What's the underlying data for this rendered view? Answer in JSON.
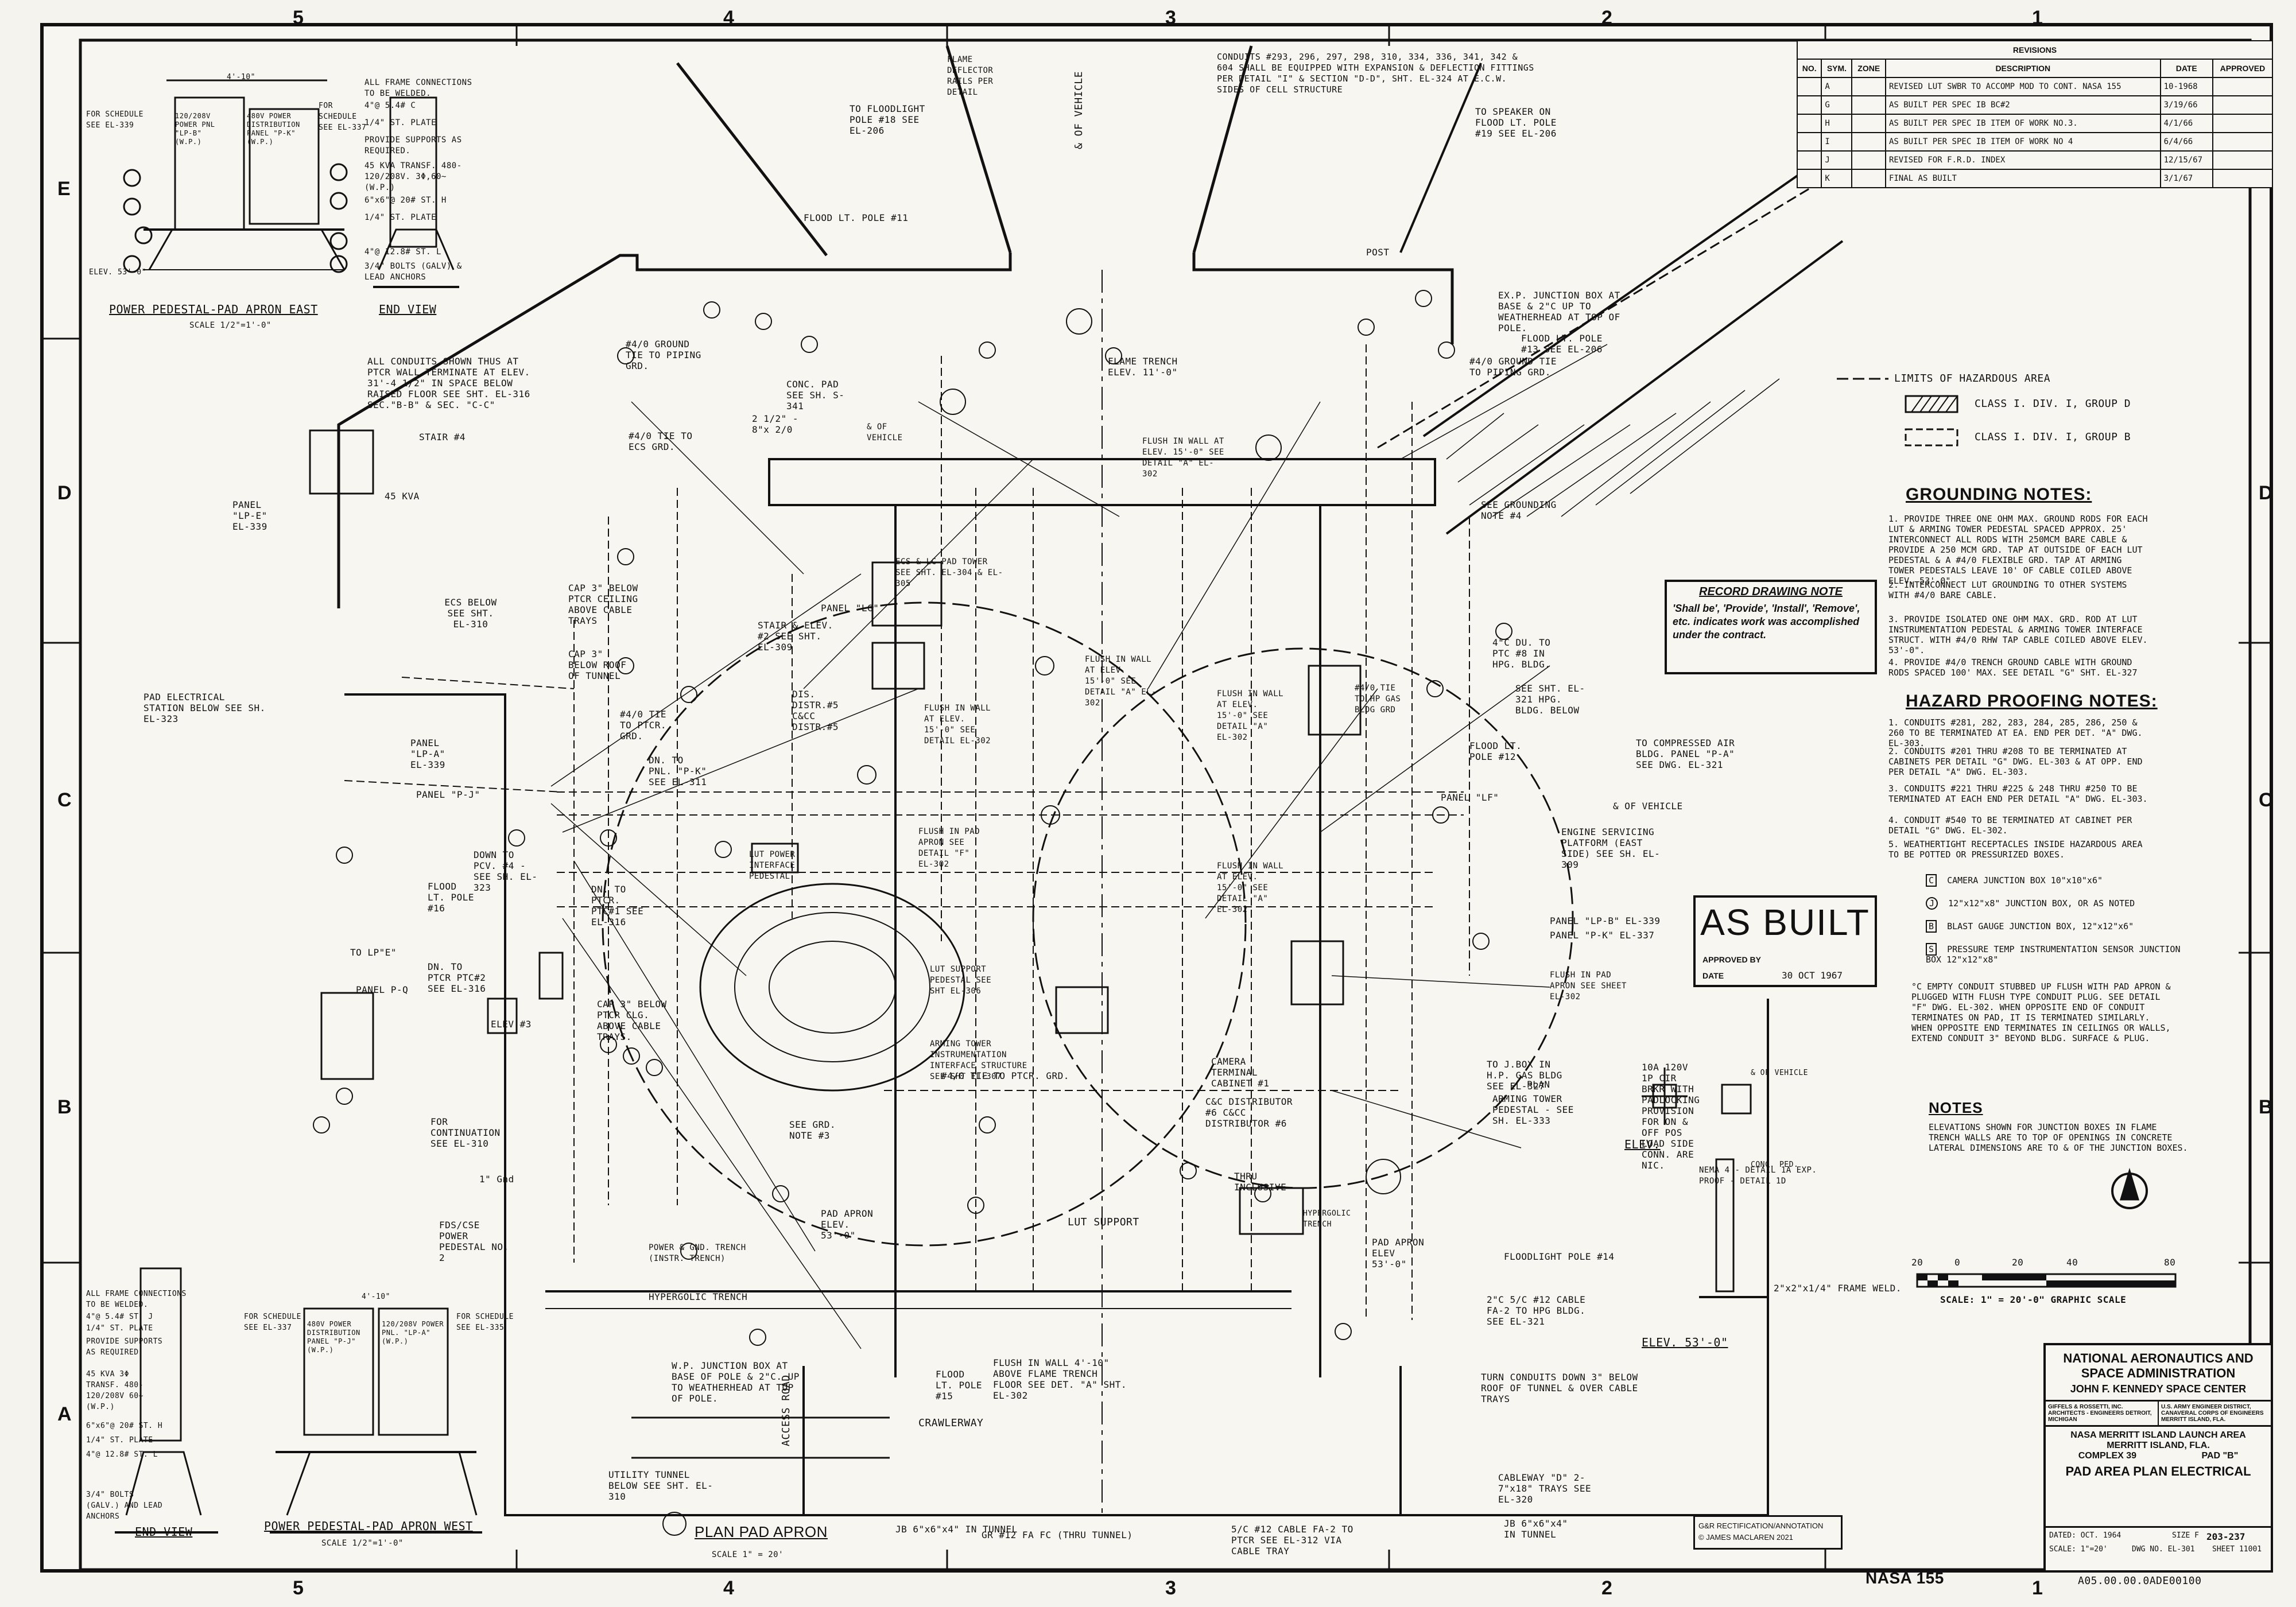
{
  "zones": {
    "top": [
      "5",
      "4",
      "3",
      "2",
      "1"
    ],
    "side": [
      "E",
      "D",
      "C",
      "B",
      "A"
    ]
  },
  "revisions": {
    "title": "REVISIONS",
    "headers": [
      "NO.",
      "SYM.",
      "ZONE",
      "DESCRIPTION",
      "DATE",
      "APPROVED"
    ],
    "rows": [
      {
        "sym": "A",
        "desc": "REVISED LUT SWBR TO ACCOMP MOD TO CONT. NASA 155",
        "date": "10-1968"
      },
      {
        "sym": "G",
        "desc": "AS BUILT PER SPEC IB BC#2",
        "date": "3/19/66"
      },
      {
        "sym": "H",
        "desc": "AS BUILT PER SPEC IB ITEM OF WORK NO.3.",
        "date": "4/1/66"
      },
      {
        "sym": "I",
        "desc": "AS BUILT PER SPEC IB ITEM OF WORK NO 4",
        "date": "6/4/66"
      },
      {
        "sym": "J",
        "desc": "REVISED FOR F.R.D. INDEX",
        "date": "12/15/67"
      },
      {
        "sym": "K",
        "desc": "FINAL AS BUILT",
        "date": "3/1/67"
      }
    ]
  },
  "legend": {
    "title": "LIMITS OF HAZARDOUS AREA",
    "items": [
      "CLASS I. DIV. I, GROUP D",
      "CLASS I. DIV. I, GROUP B"
    ]
  },
  "grounding_notes": {
    "title": "GROUNDING NOTES:",
    "items": [
      "PROVIDE THREE ONE OHM MAX. GROUND RODS FOR EACH LUT & ARMING TOWER PEDESTAL SPACED APPROX. 25' INTERCONNECT ALL RODS WITH 250MCM BARE CABLE & PROVIDE A 250 MCM GRD. TAP AT OUTSIDE OF EACH LUT PEDESTAL & A #4/0 FLEXIBLE GRD. TAP AT ARMING TOWER PEDESTALS LEAVE 10' OF CABLE COILED ABOVE ELEV. 53'-0\"",
      "INTERCONNECT LUT GROUNDING TO OTHER SYSTEMS WITH #4/0 BARE CABLE.",
      "PROVIDE ISOLATED ONE OHM MAX. GRD. ROD AT LUT INSTRUMENTATION PEDESTAL & ARMING TOWER INTERFACE STRUCT. WITH #4/0 RHW TAP CABLE COILED ABOVE ELEV. 53'-0\".",
      "PROVIDE #4/0 TRENCH GROUND CABLE WITH GROUND RODS SPACED 100' MAX. SEE DETAIL \"G\" SHT. EL-327"
    ]
  },
  "hazard_notes": {
    "title": "HAZARD PROOFING NOTES:",
    "items": [
      "CONDUITS #281, 282, 283, 284, 285, 286, 250 & 260 TO BE TERMINATED AT EA. END PER DET. \"A\" DWG. EL-303.",
      "CONDUITS #201 THRU #208 TO BE TERMINATED AT CABINETS PER DETAIL \"G\" DWG. EL-303 & AT OPP. END PER DETAIL \"A\" DWG. EL-303.",
      "CONDUITS #221 THRU #225 & 248 THRU #250 TO BE TERMINATED AT EACH END PER DETAIL \"A\" DWG. EL-303.",
      "CONDUIT #540 TO BE TERMINATED AT CABINET PER DETAIL \"G\" DWG. EL-302.",
      "WEATHERTIGHT RECEPTACLES INSIDE HAZARDOUS AREA TO BE POTTED OR PRESSURIZED BOXES."
    ]
  },
  "symbols": [
    {
      "sym": "C",
      "text": "CAMERA JUNCTION BOX 10\"x10\"x6\""
    },
    {
      "sym": "J",
      "text": "12\"x12\"x8\" JUNCTION BOX, OR AS NOTED"
    },
    {
      "sym": "B",
      "text": "BLAST GAUGE JUNCTION BOX, 12\"x12\"x6\""
    },
    {
      "sym": "S",
      "text": "PRESSURE TEMP INSTRUMENTATION SENSOR JUNCTION BOX 12\"x12\"x8\""
    }
  ],
  "stub_note": "EMPTY CONDUIT STUBBED UP FLUSH WITH PAD APRON & PLUGGED WITH FLUSH TYPE CONDUIT PLUG. SEE DETAIL \"F\" DWG. EL-302. WHEN OPPOSITE END OF CONDUIT TERMINATES ON PAD, IT IS TERMINATED SIMILARLY. WHEN OPPOSITE END TERMINATES IN CEILINGS OR WALLS, EXTEND CONDUIT 3\" BEYOND BLDG. SURFACE & PLUG.",
  "notes": {
    "title": "NOTES",
    "text": "ELEVATIONS SHOWN FOR JUNCTION BOXES IN FLAME TRENCH WALLS ARE TO TOP OF OPENINGS IN CONCRETE LATERAL DIMENSIONS ARE TO & OF THE JUNCTION BOXES."
  },
  "record_note": {
    "title": "RECORD DRAWING NOTE",
    "text": "'Shall be', 'Provide', 'Install', 'Remove', etc. indicates work was accomplished under the contract."
  },
  "as_built": {
    "title": "AS BUILT",
    "approved_label": "APPROVED BY",
    "date_label": "DATE",
    "date": "30 OCT 1967"
  },
  "scale": {
    "ticks": [
      "20",
      "0",
      "20",
      "40",
      "80"
    ],
    "label": "SCALE: 1\" = 20'-0\" GRAPHIC SCALE"
  },
  "title_block": {
    "agency": "NATIONAL AERONAUTICS AND SPACE ADMINISTRATION",
    "center": "JOHN F. KENNEDY SPACE CENTER",
    "firm": "GIFFELS & ROSSETTI, INC. ARCHITECTS - ENGINEERS DETROIT, MICHIGAN",
    "corps": "U.S. ARMY ENGINEER DISTRICT, CANAVERAL CORPS OF ENGINEERS MERRITT ISLAND, FLA.",
    "project": "NASA MERRITT ISLAND LAUNCH AREA",
    "location": "MERRITT ISLAND, FLA.",
    "complex": "COMPLEX 39",
    "pad": "PAD \"B\"",
    "sheet_title": "PAD AREA PLAN ELECTRICAL",
    "file_no": "203-237",
    "size": "F",
    "dated": "OCT. 1964",
    "scale": "1\"=20'",
    "dwg_no": "EL-301",
    "sheet": "11001",
    "footer_no": "A05.00.00.0ADE00100",
    "stamp": "NASA 155"
  },
  "credit": {
    "line1": "G&R RECTIFICATION/ANNOTATION",
    "line2": "© JAMES MACLAREN 2021"
  },
  "plan": {
    "title": "PLAN PAD APRON",
    "scale": "SCALE 1\" = 20'"
  },
  "pedestal_east": {
    "title": "POWER PEDESTAL-PAD APRON EAST",
    "scale": "SCALE 1/2\"=1'-0\"",
    "end_view": "END VIEW",
    "labels": [
      "ALL FRAME CONNECTIONS TO BE WELDED.",
      "4\"@ 5.4# C",
      "1/4\" ST. PLATE",
      "PROVIDE SUPPORTS AS REQUIRED.",
      "45 KVA TRANSF. 480-120/208V. 3Φ,60~ (W.P.)",
      "6\"x6\"@ 20# ST. H",
      "1/4\" ST. PLATE",
      "4\"@ 12.8# ST. L",
      "3/4\" BOLTS (GALV) & LEAD ANCHORS",
      "480V POWER DISTRIBUTION PANEL \"P-K\" (W.P.)",
      "120/208V POWER PNL \"LP-B\" (W.P.)",
      "FOR SCHEDULE SEE EL-339",
      "FOR SCHEDULE SEE EL-337",
      "ELEV. 53'-0\"",
      "4'-10\""
    ]
  },
  "pedestal_west": {
    "title": "POWER PEDESTAL-PAD APRON WEST",
    "scale": "SCALE 1/2\"=1'-0\"",
    "end_view": "END VIEW",
    "labels": [
      "ALL FRAME CONNECTIONS TO BE WELDED.",
      "4\"@ 5.4# ST. J",
      "1/4\" ST. PLATE",
      "PROVIDE SUPPORTS AS REQUIRED",
      "45 KVA 3Φ TRANSF. 480-120/208V 60~ (W.P.)",
      "6\"x6\"@ 20# ST. H",
      "1/4\" ST. PLATE",
      "4\"@ 12.8# ST. L",
      "3/4\" BOLTS (GALV.) AND LEAD ANCHORS",
      "480V POWER DISTRIBUTION PANEL \"P-J\" (W.P.)",
      "120/208V POWER PNL. \"LP-A\" (W.P.)",
      "FOR SCHEDULE SEE EL-337",
      "FOR SCHEDULE SEE EL-335",
      "4'-10\""
    ]
  },
  "callouts": [
    "ALL CONDUITS SHOWN THUS AT PTCR WALL TERMINATE AT ELEV. 31'-4 1/2\" IN SPACE BELOW RAISED FLOOR SEE SHT. EL-316 SEC.\"B-B\" & SEC. \"C-C\"",
    "PANEL \"LP-E\" EL-339",
    "STAIR #4",
    "45 KVA",
    "ECS BELOW SEE SHT. EL-310",
    "PAD ELECTRICAL STATION BELOW SEE SH. EL-323",
    "PANEL \"LP-A\" EL-339",
    "PANEL \"P-J\"",
    "FLOOD LT. POLE #16",
    "DOWN TO PCV. #4 - SEE SH. EL-323",
    "TO LP\"E\"",
    "PANEL P-Q",
    "DN. TO PTCR PTC#2 SEE EL-316",
    "ELEV.#3",
    "FOR CONTINUATION SEE EL-310",
    "1\" Gnd",
    "FDS/CSE POWER PEDESTAL NO. 2",
    "POWER & GND. TRENCH (INSTR. TRENCH)",
    "HYPERGOLIC TRENCH",
    "W.P. JUNCTION BOX AT BASE OF POLE & 2\"C. UP TO WEATHERHEAD AT TOP OF POLE.",
    "UTILITY TUNNEL BELOW SEE SHT. EL-310",
    "ACCESS ROAD",
    "CRAWLERWAY",
    "FLOOD LT. POLE #15",
    "FLUSH IN WALL 4'-10\" ABOVE FLAME TRENCH FLOOR SEE DET. \"A\" SHT. EL-302",
    "JB 6\"x6\"x4\" IN TUNNEL",
    "GR #12 FA FC (THRU TUNNEL)",
    "5/C #12 CABLE FA-2 TO PTCR SEE EL-312 VIA CABLE TRAY",
    "TURN CONDUITS DOWN 3\" BELOW ROOF OF TUNNEL & OVER CABLE TRAYS",
    "CABLEWAY \"D\" 2-7\"x18\" TRAYS SEE EL-320",
    "JB 6\"x6\"x4\" IN TUNNEL",
    "FLOODLIGHT POLE #14",
    "2\"C 5/C #12 CABLE FA-2 TO HPG BLDG. SEE EL-321",
    "PAD APRON ELEV 53'-0\"",
    "CONDUITS #293, 296, 297, 298, 310, 334, 336, 341, 342 & 604 SHALL BE EQUIPPED WITH EXPANSION & DEFLECTION FITTINGS PER DETAIL \"I\" & SECTION \"D-D\", SHT. EL-324 AT E.C.W. SIDES OF CELL STRUCTURE",
    "FLAME DEFLECTOR RAILS PER DETAIL",
    "TO FLOODLIGHT POLE #18 SEE EL-206",
    "FLOOD LT. POLE #11",
    "TO SPEAKER ON FLOOD LT. POLE #19 SEE EL-206",
    "FLAME TRENCH ELEV. 11'-0\"",
    "CONC. PAD SEE SH. S-341",
    "#4/0 GROUND TIE TO PIPING GRD.",
    "#4/0 TIE TO ECS GRD.",
    "FLUSH IN WALL AT ELEV. 15'-0\" SEE DETAIL \"A\" EL-302",
    "EX.P. JUNCTION BOX AT BASE & 2\"C UP TO WEATHERHEAD AT TOP OF POLE.",
    "FLOOD LT. POLE #13 SEE EL-206",
    "#4/0 GROUND TIE TO PIPING GRD.",
    "SEE GROUNDING NOTE #4",
    "CAP 3\" BELOW PTCR CEILING ABOVE CABLE TRAYS",
    "CAP 3\" BELOW ROOF OF TUNNEL",
    "#4/0 TIE TO PTCR. GRD.",
    "DN. TO PNL. \"P-K\" SEE EL-311",
    "DIS. DISTR.#5 C&CC DISTR.#5",
    "ECS & LC PAD TOWER SEE SHT. EL-304 & EL-305",
    "PANEL \"LG\"",
    "STAIR & ELEV. #2 SEE SHT. EL-309",
    "FLUSH IN WALL AT ELEV. 15'-0\" SEE DETAIL EL-302",
    "LUT POWER INTERFACE PEDESTAL",
    "DN. TO PTCR. PTC#1 SEE EL-316",
    "CAP 3\" BELOW PTCR CLG. ABOVE CABLE TRAYS.",
    "ARMING TOWER INSTRUMENTATION INTERFACE STRUCTURE SEE SHT EL-307",
    "#4/0 TIE TO PTCR. GRD.",
    "SEE GRD. NOTE #3",
    "PAD APRON ELEV. 53'-0\"",
    "LUT SUPPORT PEDESTAL SEE SHT EL-306",
    "FLUSH IN PAD APRON SEE DETAIL \"F\" EL-302",
    "FLUSH IN WALL AT ELEV. 15'-0\" SEE DETAIL \"A\" EL-302",
    "FLUSH IN WALL AT ELEV. 15'-0\" SEE DETAIL \"A\" EL-302",
    "FLUSH IN WALL AT ELEV. 15'-0\" SEE DETAIL \"A\" EL-302",
    "CAMERA TERMINAL CABINET #1",
    "C&C DISTRIBUTOR #6 C&CC DISTRIBUTOR #6",
    "THRU INCLUSIVE",
    "HYPERGOLIC TRENCH",
    "TO J.BOX IN H.P. GAS BLDG SEE EL-327",
    "ARMING TOWER PEDESTAL - SEE SH. EL-333",
    "FLUSH IN PAD APRON SEE SHEET EL-302",
    "PANEL \"LP-B\" EL-339",
    "PANEL \"P-K\" EL-337",
    "ENGINE SERVICING PLATFORM (EAST SIDE) SEE SH. EL-309",
    "& OF VEHICLE",
    "TO COMPRESSED AIR BLDG. PANEL \"P-A\" SEE DWG. EL-321",
    "SEE SHT. EL-321 HPG. BLDG. BELOW",
    "#4/0 TIE TO HP GAS BLDG GRD",
    "4\"C DU. TO PTC #8 IN HPG. BLDG.",
    "FLOOD LT. POLE #12",
    "POST",
    "PANEL \"LF\"",
    "2 1/2\" - 8\"x 2/0",
    "10A 120V 1P CIR BRKR WITH PADLOCKING PROVISION FOR ON & OFF POS LOAD SIDE CONN. ARE NIC.",
    "NEMA 4 - DETAIL 1A EXP. PROOF - DETAIL 1D",
    "CONC. PED.",
    "PLAN",
    "ELEV.",
    "ELEV. 53'-0\"",
    "2\"x2\"x1/4\" FRAME WELD.",
    "& OF VEHICLE",
    "& OF VEHICLE",
    "LUT SUPPORT",
    "& OF VEHICLE"
  ]
}
